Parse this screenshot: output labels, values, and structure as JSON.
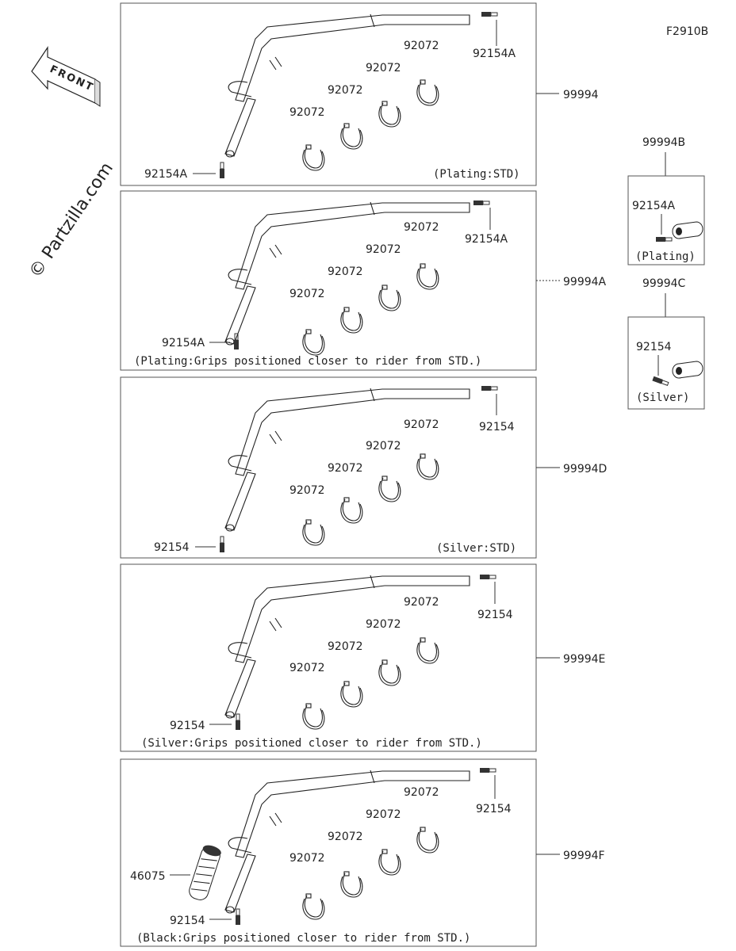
{
  "figure_code": "F2910B",
  "watermark": "© Partzilla.com",
  "front_label": "FRONT",
  "panels": [
    {
      "id": "99994",
      "parts": {
        "left_bolt": "92154A",
        "right_bolt": "92154A",
        "clamp1": "92072",
        "clamp2": "92072",
        "clamp3": "92072",
        "clamp4": "92072"
      },
      "caption": "(Plating:STD)"
    },
    {
      "id": "99994A",
      "parts": {
        "left_bolt": "92154A",
        "right_bolt": "92154A",
        "clamp1": "92072",
        "clamp2": "92072",
        "clamp3": "92072",
        "clamp4": "92072"
      },
      "caption": "(Plating:Grips positioned closer to rider from STD.)"
    },
    {
      "id": "99994D",
      "parts": {
        "left_bolt": "92154",
        "right_bolt": "92154",
        "clamp1": "92072",
        "clamp2": "92072",
        "clamp3": "92072",
        "clamp4": "92072"
      },
      "caption": "(Silver:STD)"
    },
    {
      "id": "99994E",
      "parts": {
        "left_bolt": "92154",
        "right_bolt": "92154",
        "clamp1": "92072",
        "clamp2": "92072",
        "clamp3": "92072",
        "clamp4": "92072"
      },
      "caption": "(Silver:Grips positioned closer to rider from STD.)"
    },
    {
      "id": "99994F",
      "parts": {
        "left_bolt": "92154",
        "right_bolt": "92154",
        "clamp1": "92072",
        "clamp2": "92072",
        "clamp3": "92072",
        "clamp4": "92072",
        "grip": "46075"
      },
      "caption": "(Black:Grips positioned closer to rider from STD.)"
    }
  ],
  "side_kits": [
    {
      "id": "99994B",
      "part": "92154A",
      "caption": "(Plating)"
    },
    {
      "id": "99994C",
      "part": "92154",
      "caption": "(Silver)"
    }
  ]
}
